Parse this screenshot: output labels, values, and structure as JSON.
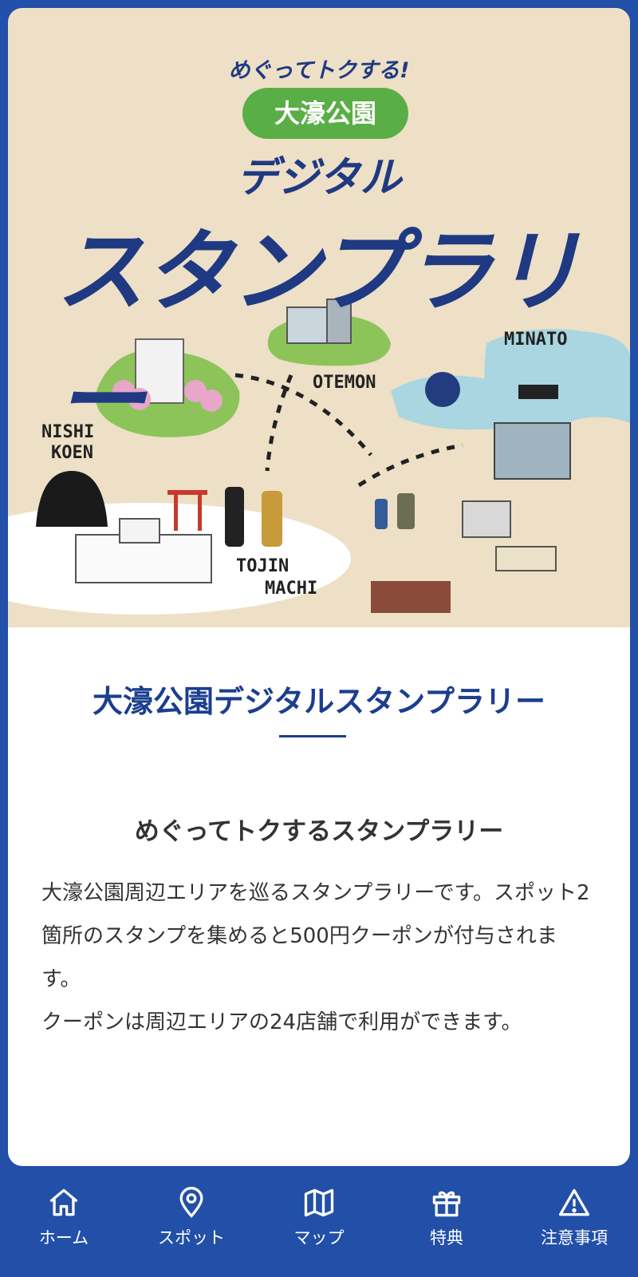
{
  "hero": {
    "tagline": "めぐってトクする!",
    "park_name": "大濠公園",
    "digital": "デジタル",
    "stamp_rally": "スタンプラリー",
    "areas": {
      "otemon": "OTEMON",
      "minato": "MINATO",
      "nishi_koen_1": "NISHI",
      "nishi_koen_2": "KOEN",
      "tojin_1": "TOJIN",
      "tojin_2": "MACHI"
    }
  },
  "content": {
    "title": "大濠公園デジタルスタンプラリー",
    "subheading": "めぐってトクするスタンプラリー",
    "paragraph_1": "大濠公園周辺エリアを巡るスタンプラリーです。スポット2箇所のスタンプを集めると500円クーポンが付与されます。",
    "paragraph_2": "クーポンは周辺エリアの24店舗で利用ができます。"
  },
  "tabbar": {
    "items": [
      {
        "label": "ホーム",
        "icon": "home-icon"
      },
      {
        "label": "スポット",
        "icon": "map-pin-icon"
      },
      {
        "label": "マップ",
        "icon": "map-icon"
      },
      {
        "label": "特典",
        "icon": "gift-icon"
      },
      {
        "label": "注意事項",
        "icon": "warning-icon"
      }
    ]
  },
  "colors": {
    "brand_blue": "#2250a8",
    "title_blue": "#1b3e8f",
    "hero_bg": "#ede0c6",
    "green": "#5aae46"
  }
}
